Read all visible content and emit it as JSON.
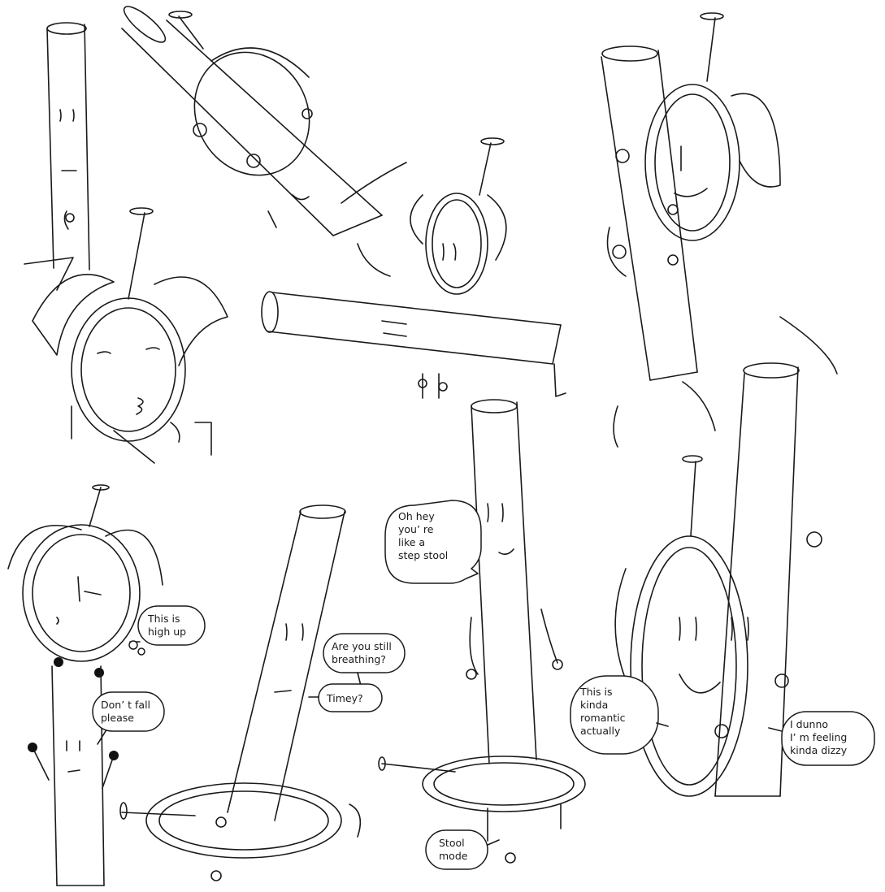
{
  "image": {
    "background_color": "#ffffff",
    "line_color": "#1a1a1a"
  },
  "bubbles": {
    "step_stool": {
      "lines": [
        "Oh hey",
        "you’ re",
        "like a",
        "step stool"
      ]
    },
    "high_up": {
      "lines": [
        "This is",
        "high up"
      ]
    },
    "still_breathing": {
      "lines": [
        "Are you still",
        "breathing?"
      ]
    },
    "timey": {
      "lines": [
        "Timey?"
      ]
    },
    "dont_fall": {
      "lines": [
        "Don’ t fall",
        "please"
      ]
    },
    "romantic": {
      "lines": [
        "This is",
        "kinda",
        "romantic",
        "actually"
      ]
    },
    "dizzy": {
      "lines": [
        "I dunno",
        "I’ m feeling",
        "kinda dizzy"
      ]
    },
    "stool_mode": {
      "lines": [
        "Stool",
        "mode"
      ]
    }
  }
}
